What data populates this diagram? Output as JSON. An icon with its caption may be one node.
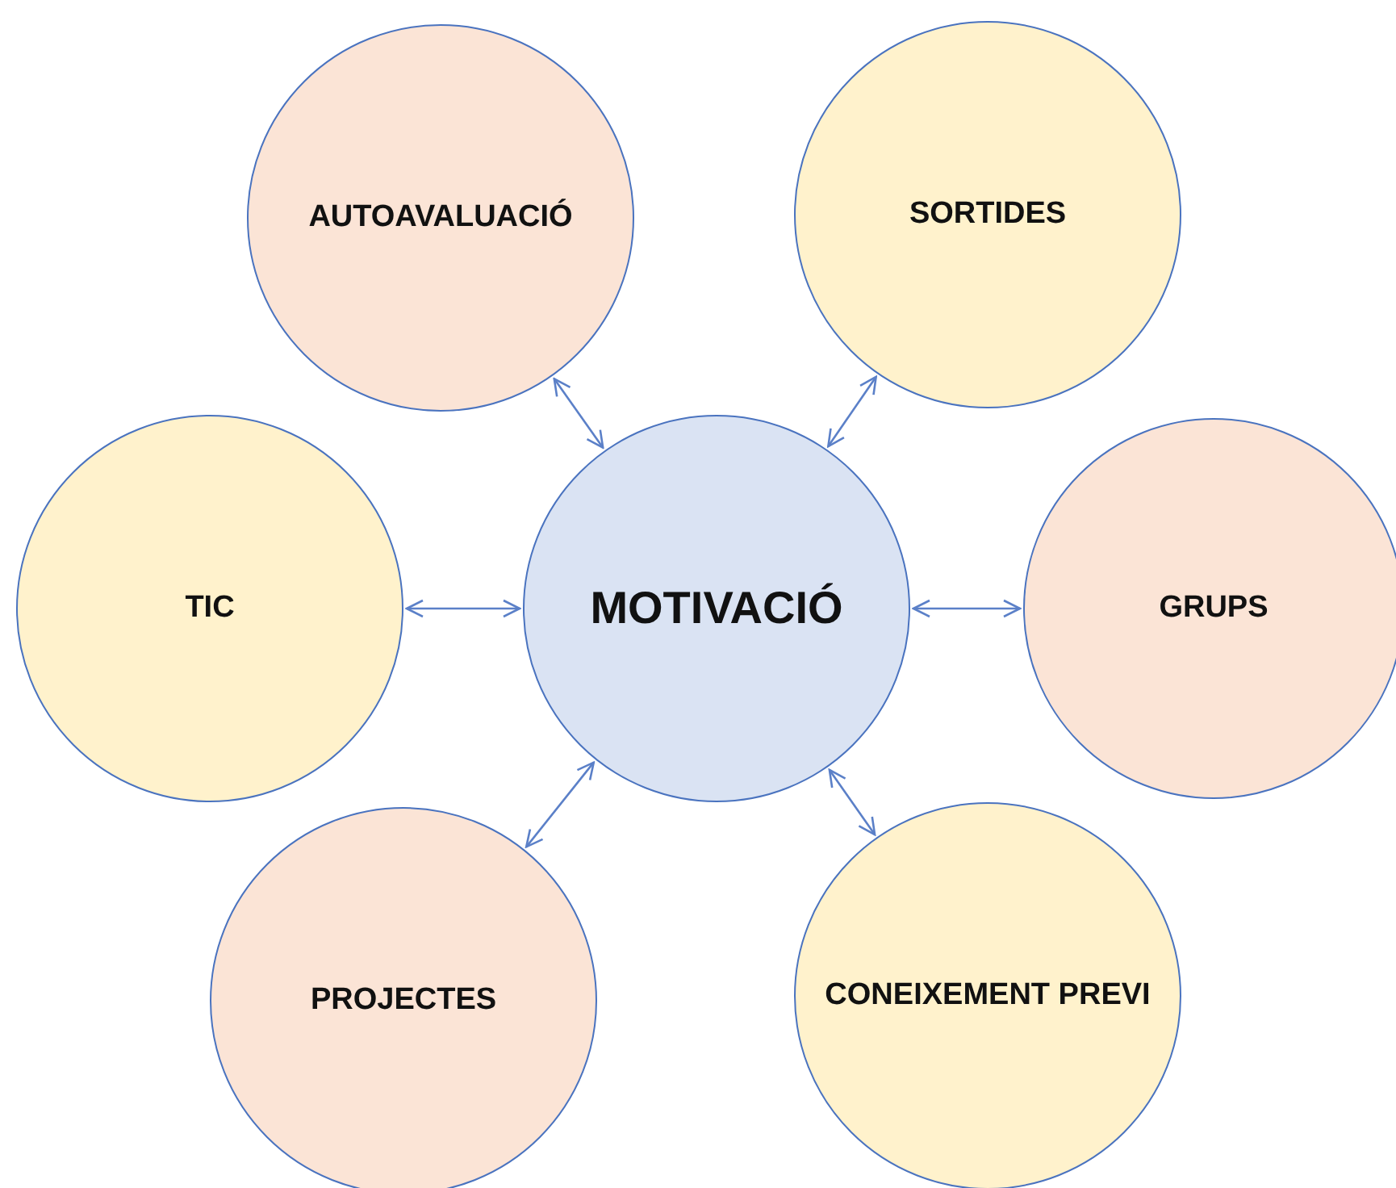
{
  "diagram": {
    "nodes": [
      {
        "text": [
          "AUTOAVALUACIÓ"
        ]
      },
      {
        "text": [
          "SORTIDES"
        ]
      },
      {
        "text": [
          "TIC"
        ]
      },
      {
        "text": [
          "MOTIVACIÓ"
        ]
      },
      {
        "text": [
          "GRUPS"
        ]
      },
      {
        "text": [
          "PROJECTES"
        ]
      },
      {
        "text": [
          "CONEIXEMENT PREVI"
        ]
      }
    ],
    "edges": [
      {
        "from": 3,
        "to": 0,
        "arrow": "both"
      },
      {
        "from": 3,
        "to": 1,
        "arrow": "both"
      },
      {
        "from": 3,
        "to": 2,
        "arrow": "both"
      },
      {
        "from": 3,
        "to": 4,
        "arrow": "both"
      },
      {
        "from": 3,
        "to": 5,
        "arrow": "both"
      },
      {
        "from": 3,
        "to": 6,
        "arrow": "both"
      }
    ]
  }
}
